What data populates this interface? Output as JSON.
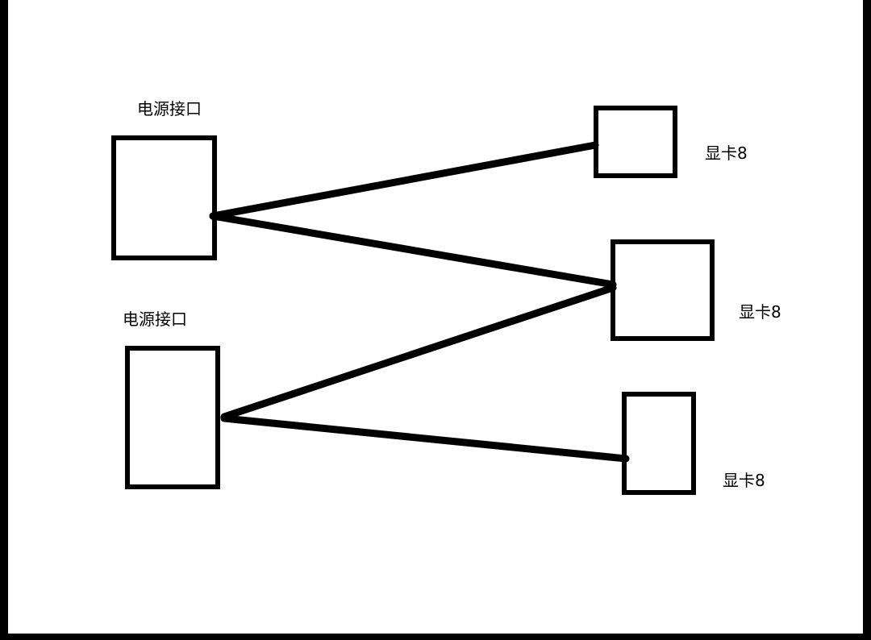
{
  "colors": {
    "frame": "#000000",
    "canvas": "#ffffff",
    "ink": "#000000"
  },
  "power_ports": [
    {
      "label": "电源接口"
    },
    {
      "label": "电源接口"
    }
  ],
  "gpus": [
    {
      "label": "显卡8"
    },
    {
      "label": "显卡8"
    },
    {
      "label": "显卡8"
    }
  ],
  "connections": [
    {
      "from": "power-port-1",
      "to": "gpu-1"
    },
    {
      "from": "power-port-1",
      "to": "gpu-2"
    },
    {
      "from": "power-port-2",
      "to": "gpu-2"
    },
    {
      "from": "power-port-2",
      "to": "gpu-3"
    }
  ]
}
